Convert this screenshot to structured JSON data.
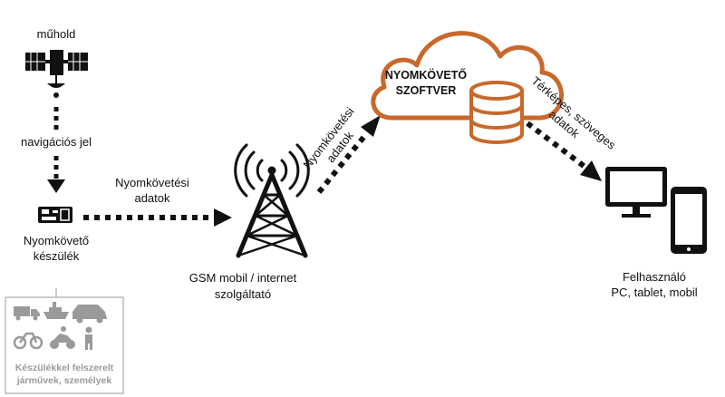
{
  "satellite": {
    "label": "műhold"
  },
  "signal": {
    "label": "navigációs jel"
  },
  "tracker": {
    "label_line1": "Nyomkövető",
    "label_line2": "készülék"
  },
  "tracker_to_tower": {
    "label_line1": "Nyomkövetési",
    "label_line2": "adatok"
  },
  "tower": {
    "label_line1": "GSM mobil / internet",
    "label_line2": "szolgáltató"
  },
  "tower_to_cloud": {
    "label_line1": "Nyomkövetési",
    "label_line2": "adatok"
  },
  "cloud": {
    "label_line1": "NYOMKÖVETŐ",
    "label_line2": "SZOFTVER"
  },
  "cloud_to_user": {
    "label_line1": "Térképes, szöveges",
    "label_line2": "adatok"
  },
  "user": {
    "label_line1": "Felhasználó",
    "label_line2": "PC, tablet, mobil"
  },
  "vehicles": {
    "caption_line1": "Készülékkel felszerelt",
    "caption_line2": "járművek, személyek"
  },
  "colors": {
    "accent": "#c8682b",
    "arrow": "#111111",
    "gray": "#9a9a9a"
  }
}
